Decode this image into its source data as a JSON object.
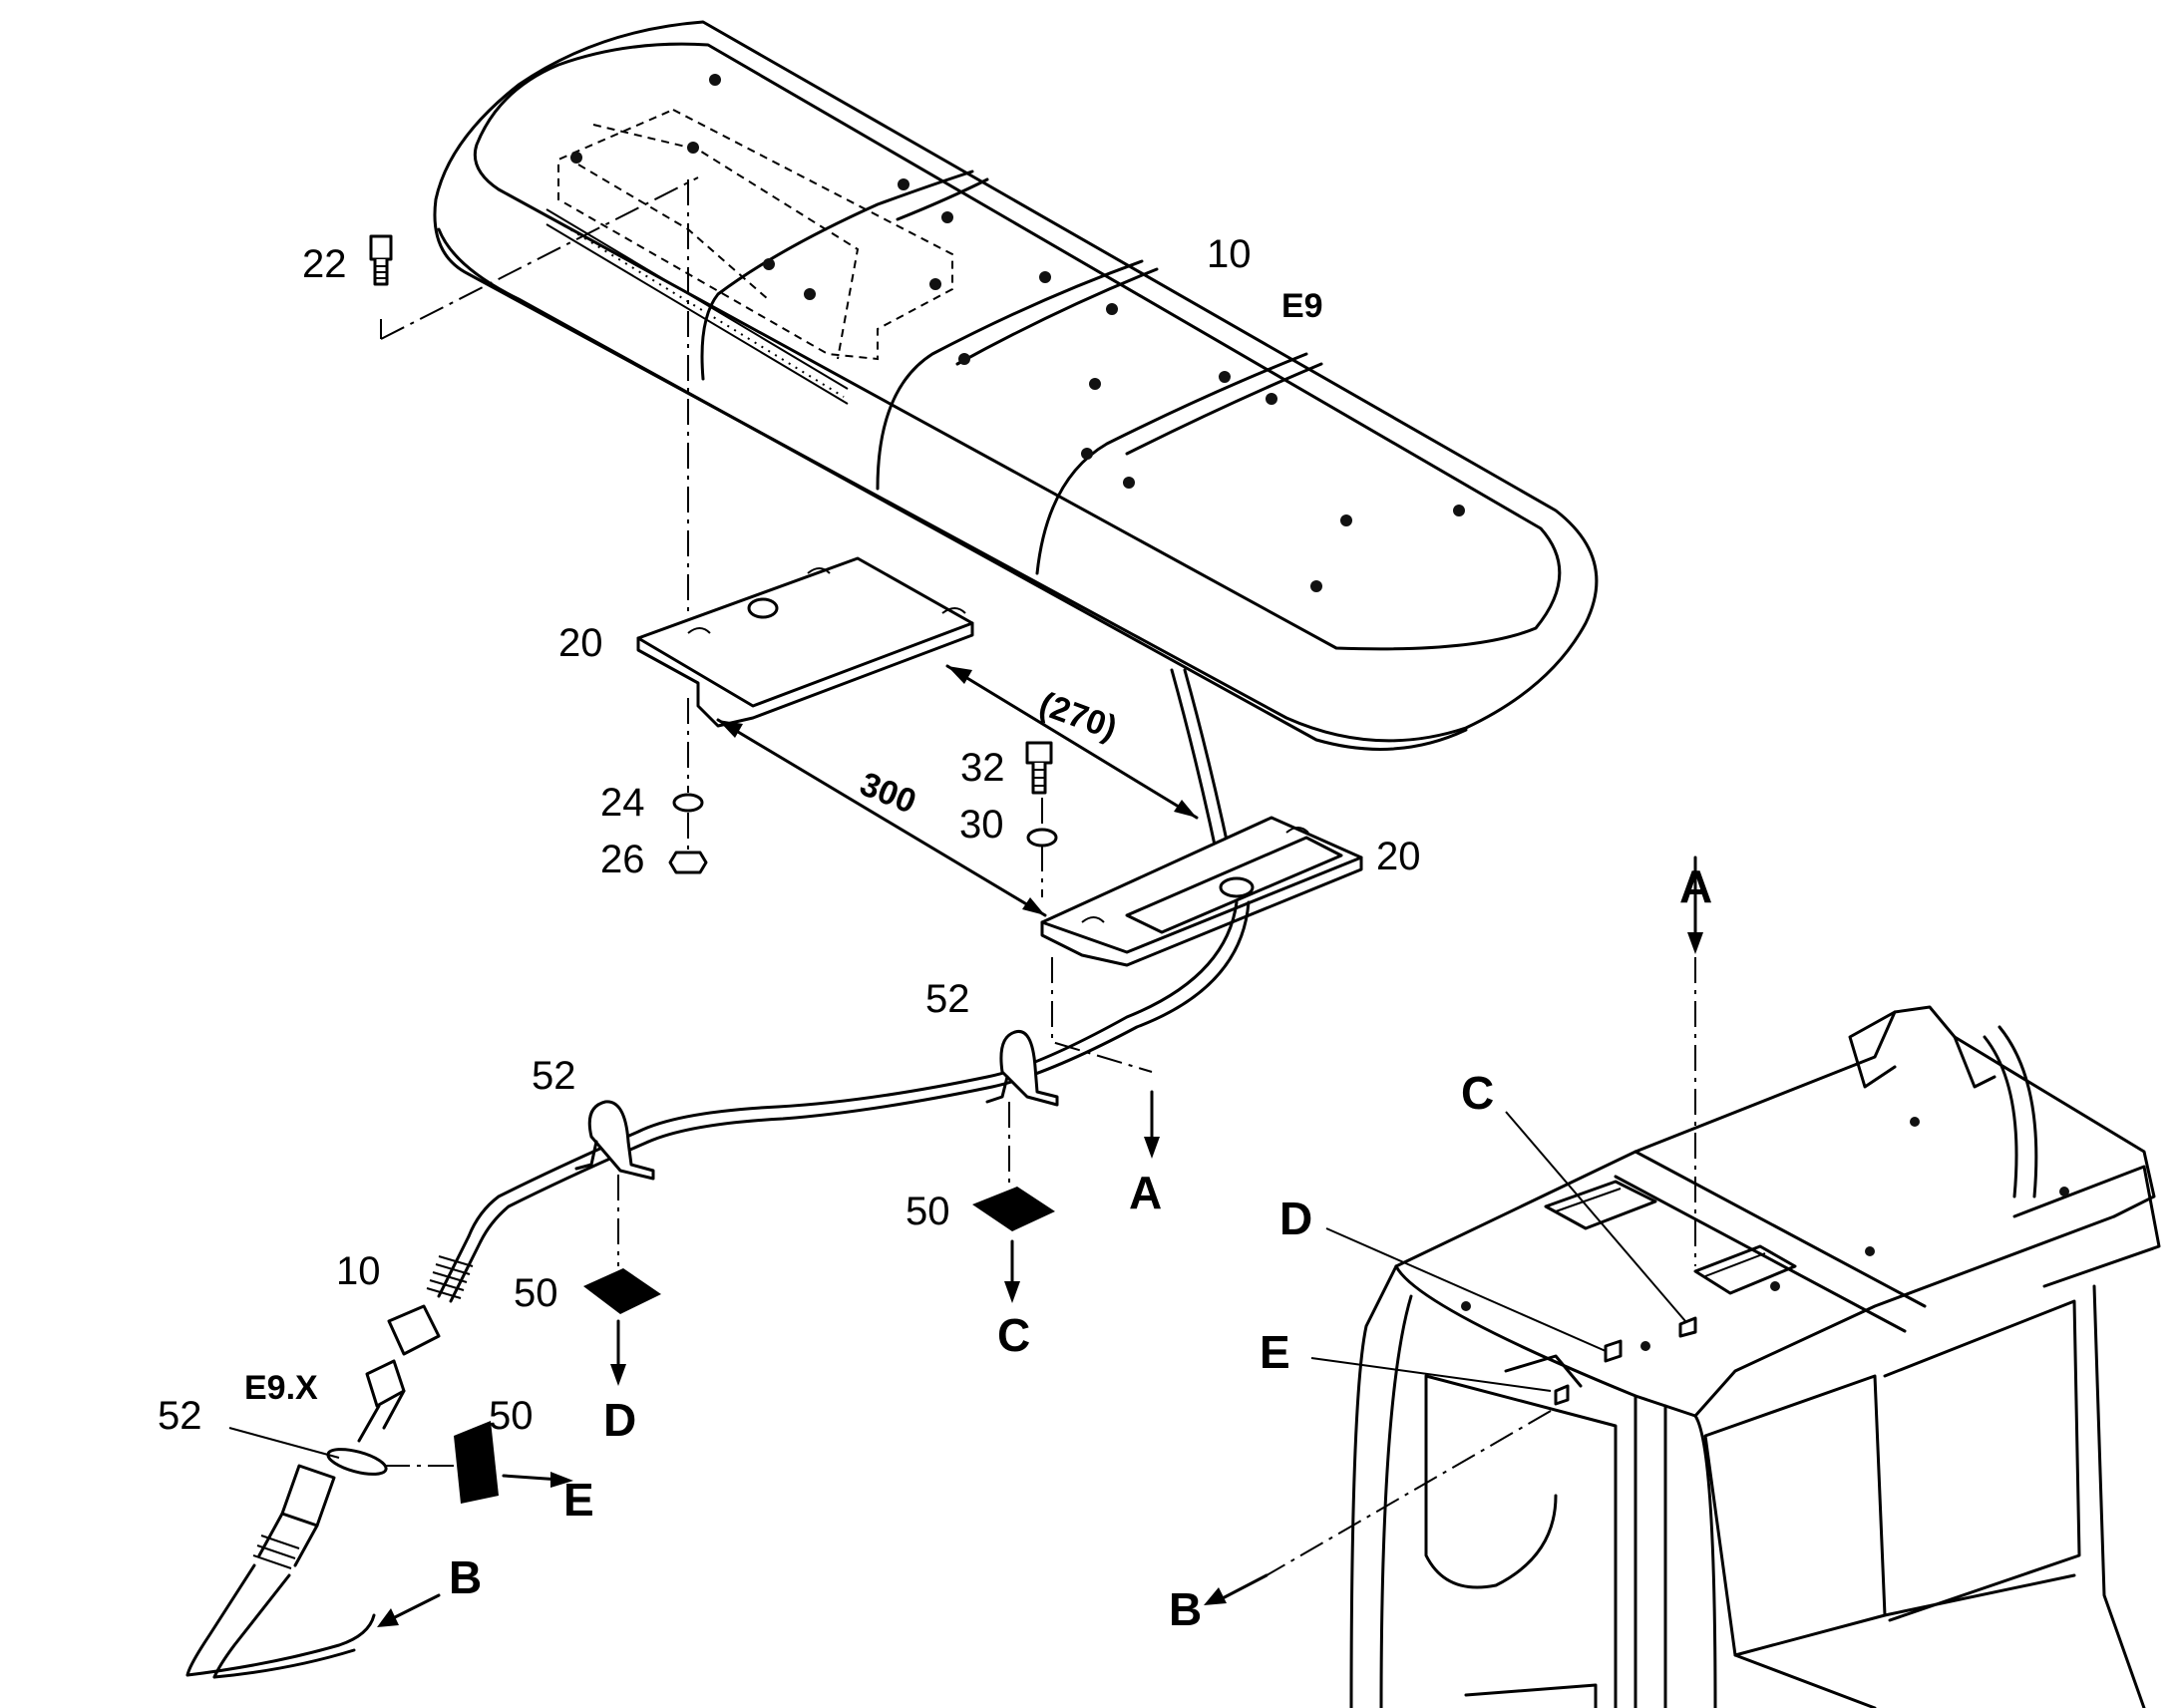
{
  "diagram": {
    "labels": {
      "lightbar_10": "10",
      "connector_e9": "E9",
      "bolt_22": "22",
      "bracket_20_left": "20",
      "bracket_20_right": "20",
      "dim_270": "(270)",
      "dim_300": "300",
      "bolt_32": "32",
      "washer_24": "24",
      "washer_30": "30",
      "nut_26": "26",
      "clamp_52_upper": "52",
      "clamp_52_mid": "52",
      "clamp_52_lower": "52",
      "cable_10": "10",
      "connector_e9x": "E9.X",
      "pad_50_mid": "50",
      "pad_50_left": "50",
      "pad_50_lower": "50",
      "ref_a_cable": "A",
      "ref_a_cab": "A",
      "ref_b_cable": "B",
      "ref_b_cab": "B",
      "ref_c_pad": "C",
      "ref_c_cab": "C",
      "ref_d_pad": "D",
      "ref_d_cab": "D",
      "ref_e_pad": "E",
      "ref_e_cab": "E"
    }
  }
}
